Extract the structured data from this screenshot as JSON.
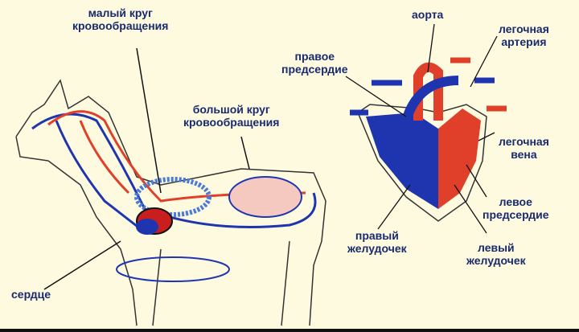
{
  "labels": {
    "small_circle": [
      "малый круг",
      "кровообращения"
    ],
    "large_circle": [
      "большой круг",
      "кровообращения"
    ],
    "heart": "сердце",
    "aorta": "аорта",
    "pulmonary_artery": [
      "легочная",
      "артерия"
    ],
    "right_atrium": [
      "правое",
      "предсердие"
    ],
    "pulmonary_vein": [
      "легочная",
      "вена"
    ],
    "left_atrium": [
      "левое",
      "предсердие"
    ],
    "right_ventricle": [
      "правый",
      "желудочек"
    ],
    "left_ventricle": [
      "левый",
      "желудочек"
    ]
  },
  "colors": {
    "arterial": "#e0402a",
    "venous": "#1f35b0",
    "outline": "#222222",
    "label": "#1a2a6e"
  }
}
